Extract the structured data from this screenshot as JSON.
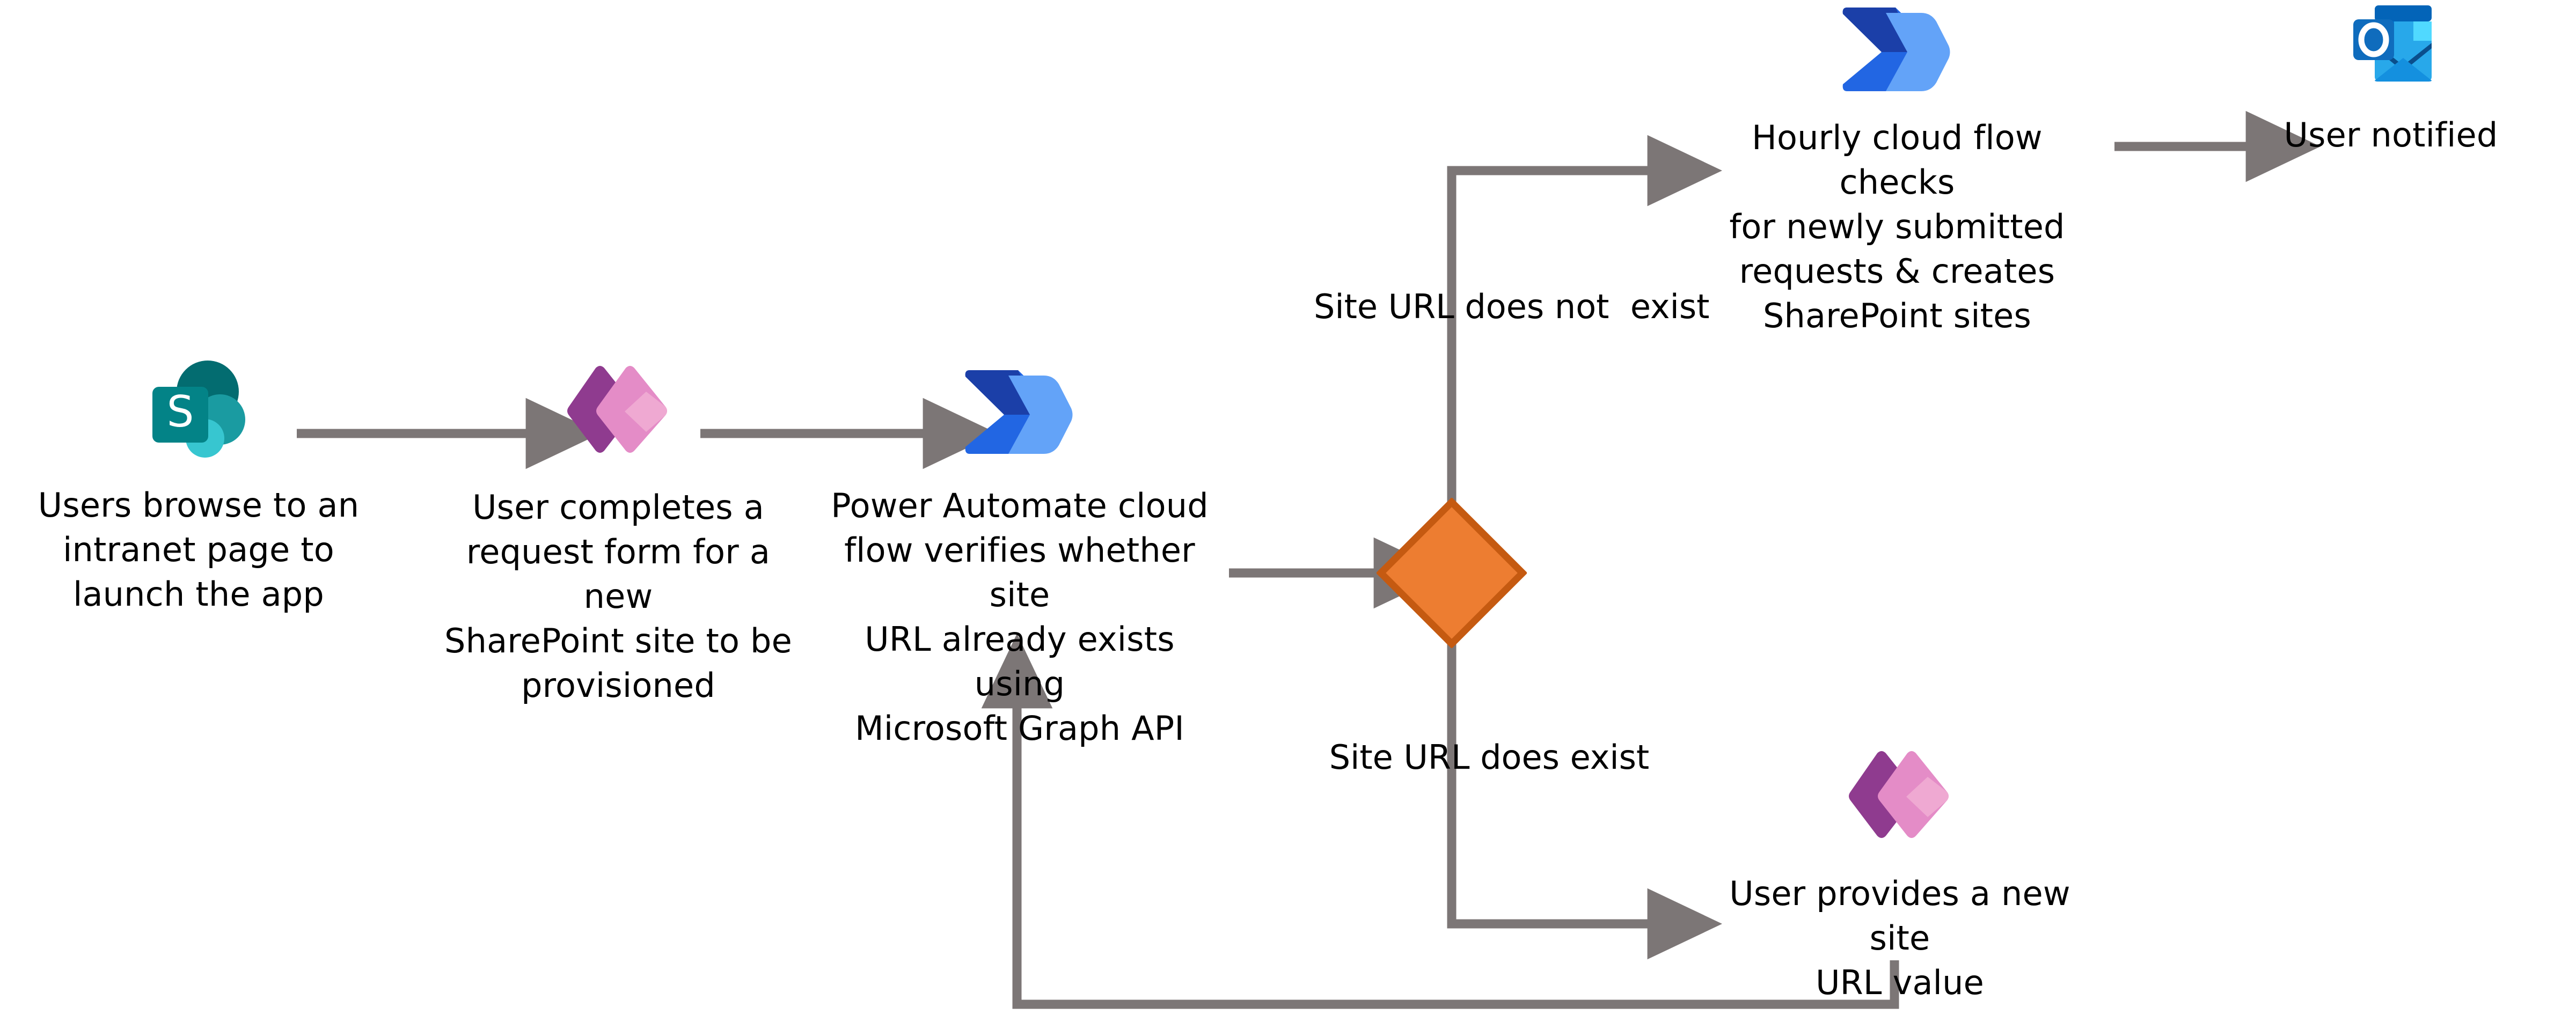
{
  "diagram": {
    "title": "SharePoint site provisioning flow",
    "background_color": "#FFFFFF",
    "connector_color": "#7C7676",
    "text_color": "#000000",
    "nodes": [
      {
        "id": "browse-intranet",
        "icon": "sharepoint-icon",
        "label": "Users browse to an\nintranet page to\nlaunch the app"
      },
      {
        "id": "complete-request-form",
        "icon": "power-apps-icon",
        "label": "User completes a\nrequest form for a new\nSharePoint site to be\nprovisioned"
      },
      {
        "id": "verify-site-url",
        "icon": "power-automate-icon",
        "label": "Power Automate cloud\nflow verifies whether site\nURL already exists using\nMicrosoft Graph API"
      },
      {
        "id": "hourly-cloud-flow",
        "icon": "power-automate-icon",
        "label": "Hourly cloud flow checks\nfor newly submitted\nrequests & creates\nSharePoint sites"
      },
      {
        "id": "user-notified",
        "icon": "outlook-icon",
        "label": "User notified"
      },
      {
        "id": "provide-new-url",
        "icon": "power-apps-icon",
        "label": "User provides a new site\nURL value"
      }
    ],
    "decision": {
      "id": "site-url-exists-decision",
      "shape": "diamond",
      "fill_color": "#ED7D31",
      "border_color": "#C55A11",
      "label": ""
    },
    "edge_labels": [
      {
        "id": "branch-not-exist",
        "text": "Site URL does not  exist"
      },
      {
        "id": "branch-does-exist",
        "text": "Site URL does exist"
      }
    ],
    "icon_colors": {
      "sharepoint_dark_circle": "#036C70",
      "sharepoint_mid_circle": "#1A9BA1",
      "sharepoint_light_circle": "#37C6D0",
      "sharepoint_square": "#038387",
      "power_apps_dark": "#8F3B8F",
      "power_apps_light": "#E48CC7",
      "power_apps_highlight": "#EFA9D2",
      "power_automate_dark": "#0B53CE",
      "power_automate_mid": "#2266E3",
      "power_automate_light": "#63A3F8",
      "outlook_badge": "#0F6CBD",
      "outlook_envelope_top": "#0364B8",
      "outlook_envelope_body": "#28A8EA",
      "outlook_envelope_light": "#50D9FF"
    }
  }
}
